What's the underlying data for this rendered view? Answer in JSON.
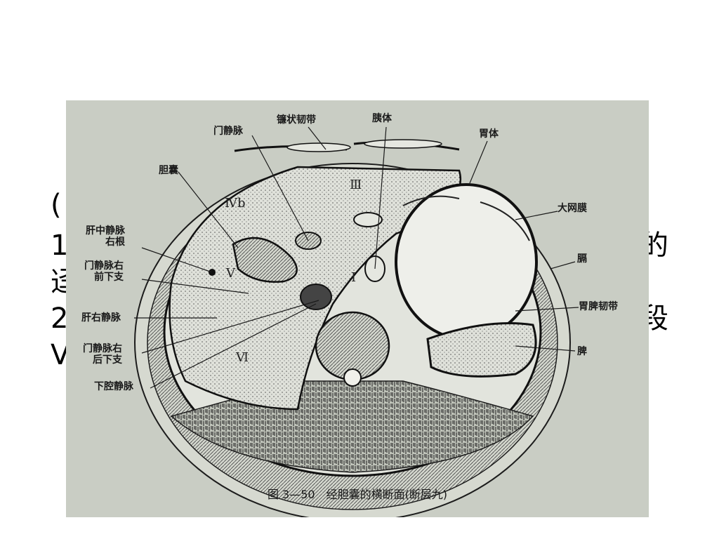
{
  "slide_text": {
    "line1_fragment": "(",
    "line2_left": "1",
    "line2_right": "的",
    "line3_left": "迳",
    "line4_left": "2",
    "line4_right": "段",
    "line5_left": "V"
  },
  "figure": {
    "caption": "图 3—50　经胆囊的横断面(断层九)",
    "labels": {
      "portal_vein": "门静脉",
      "falciform_ligament": "镰状韧带",
      "pancreas_body": "胰体",
      "stomach_body": "胃体",
      "gallbladder": "胆囊",
      "greater_omentum": "大网膜",
      "mid_hepatic_vein_right_root": "肝中静脉\n右根",
      "portal_right_ant_inf": "门静脉右\n前下支",
      "diaphragm": "膈",
      "right_hepatic_vein": "肝右静脉",
      "gastrosplenic_ligament": "胃脾韧带",
      "portal_right_post_inf": "门静脉右\n后下支",
      "ivc": "下腔静脉",
      "spleen": "脾"
    },
    "segments": {
      "s3": "Ⅲ",
      "s4b": "Ⅳb",
      "s5": "Ⅴ",
      "s1": "Ⅰ",
      "s6": "Ⅵ"
    }
  }
}
